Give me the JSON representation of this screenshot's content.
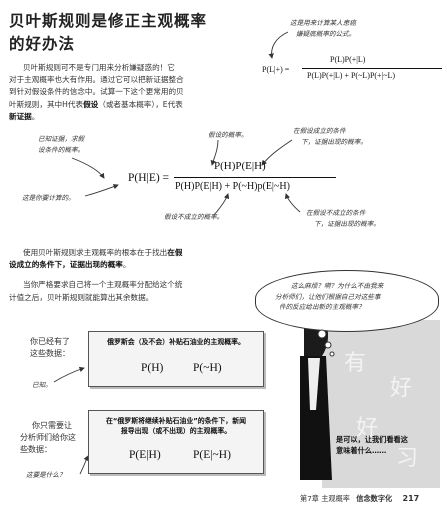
{
  "title": {
    "line1": "贝叶斯规则是修正主观概率",
    "line2": "的好办法"
  },
  "intro": {
    "line1": "贝叶斯规则可不是专门用来分析嫌疑惑的！它",
    "line2": "对于主观概率也大有作用。通过它可以把新证据整合",
    "line3": "到针对假设条件的信念中。试算一下这个更常用的贝",
    "line4_pre": "叶斯规则，其中H代表",
    "line4_bold": "假设",
    "line4_post": "（或者基本概率），E代表",
    "line5_bold": "新证据",
    "line5_post": "。"
  },
  "top_note": {
    "line1": "这是用来计算某人患癌",
    "line2": "嫌疑底概率的公式。"
  },
  "small_formula": {
    "lhs": "P(L|+) =",
    "numerator": "P(L)P(+|L)",
    "denominator": "P(L)P(+|L) + P(~L)P(+|~L)"
  },
  "big_formula": {
    "lhs": "P(H|E) =",
    "numerator": "P(H)P(E|H)",
    "denominator": "P(H)P(E|H) + P(~H)p(E|~H)"
  },
  "annotations": {
    "known_evidence": {
      "line1": "已知证据，求假",
      "line2": "设条件的概率。"
    },
    "compute_this": "这是你要计算的。",
    "hyp_true_prob": "假设的概率。",
    "evidence_if_true": {
      "line1": "在假设成立的条件",
      "line2": "下，证据出现的概率。"
    },
    "hyp_false_prob": "假设不成立的概率。",
    "evidence_if_false": {
      "line1": "在假设不成立的条件",
      "line2": "下，证据出现的概率。"
    }
  },
  "apply_text": {
    "line1_pre": "使用贝叶斯规则求主观概率的根本在于找出",
    "line1_bold": "在假",
    "line2_bold": "设成立的条件下，证据出现的概率",
    "line2_post": "。",
    "line3": "当你严格要求自己将一个主观概率分配给这个统",
    "line4": "计值之后，贝叶斯规则就能算出其余数据。"
  },
  "thought_bubble": {
    "line1": "这么麻烦？嗬？为什么不由我来",
    "line2": "分析师们，让他们根据自己对这些事",
    "line3": "件的反应给出新的主观概率？"
  },
  "section1": {
    "label_line1": "你已经有了",
    "label_line2": "这些数据：",
    "note": "已知。",
    "box_title": "俄罗斯会（及不会）补贴石油业的主观概率。",
    "val1": "P(H)",
    "val2": "P(~H)"
  },
  "section2": {
    "label_line1": "你只需要让",
    "label_line2": "分析师们给你这",
    "label_line3": "些数据：",
    "note": "这要是什么？",
    "box_title_line1": "在“俄罗斯将继续补贴石油业”的条件下，新闻",
    "box_title_line2": "报导出现（或不出现）的主观概率。",
    "val1": "P(E|H)",
    "val2": "P(E|~H)"
  },
  "woman_reply": {
    "line1": "是可以，让我们看看这",
    "line2": "意味着什么……"
  },
  "watermark": "有好好习",
  "footer": {
    "chapter": "第7章 主观概率",
    "section": "信念数字化",
    "page": "217"
  }
}
